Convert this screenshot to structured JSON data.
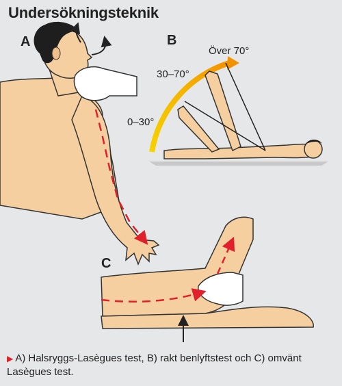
{
  "title": "Undersökningsteknik",
  "panels": {
    "a": "A",
    "b": "B",
    "c": "C"
  },
  "angles": {
    "range_1": "0–30°",
    "range_2": "30–70°",
    "range_3": "Över 70°"
  },
  "caption": {
    "marker": "▶",
    "text": "A) Halsryggs-Lasègues test, B) rakt benlyftstest och C) omvänt Lasègues test."
  },
  "colors": {
    "background": "#e6e7e8",
    "skin": "#f5cfa0",
    "skin_outline": "#333333",
    "hair": "#1e1e1e",
    "arrow_red": "#e0202a",
    "arc_yellow": "#f5d200",
    "arc_orange": "#f39200",
    "mat": "#c8c8c8"
  }
}
